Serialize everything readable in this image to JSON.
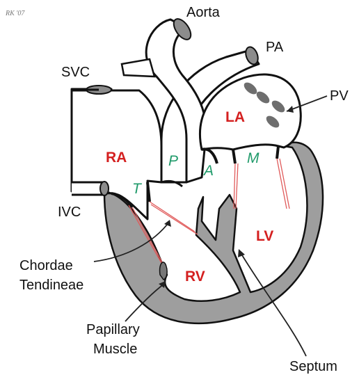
{
  "signature": "RK '07",
  "labels": {
    "aorta": "Aorta",
    "pa": "PA",
    "svc": "SVC",
    "pv": "PV",
    "ivc": "IVC",
    "chordae_line1": "Chordae",
    "chordae_line2": "Tendineae",
    "papillary_line1": "Papillary",
    "papillary_line2": "Muscle",
    "septum": "Septum"
  },
  "chambers": {
    "ra": "RA",
    "la": "LA",
    "rv": "RV",
    "lv": "LV"
  },
  "valves": {
    "tricuspid": "T",
    "pulmonary": "P",
    "aortic": "A",
    "mitral": "M"
  },
  "colors": {
    "chamber_label": "#d42020",
    "valve_label": "#1f9a6a",
    "chordae": "#e05a5a",
    "wall": "#9e9e9e",
    "outline": "#111111"
  }
}
